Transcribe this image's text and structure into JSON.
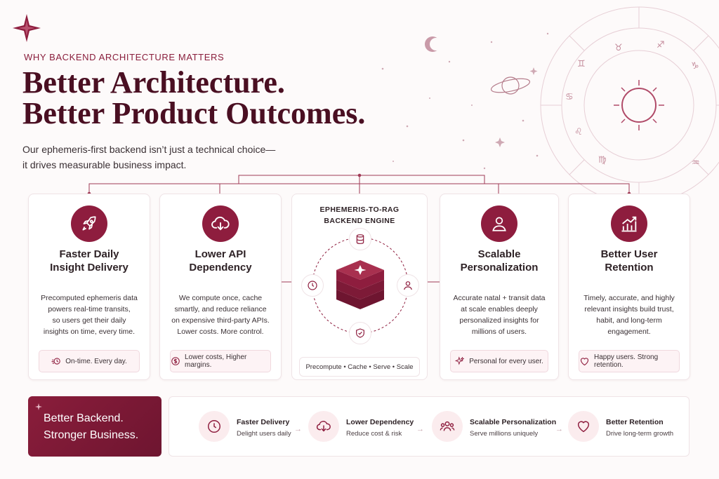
{
  "header": {
    "eyebrow": "WHY BACKEND ARCHITECTURE MATTERS",
    "title_line1": "Better Architecture.",
    "title_line2": "Better Product Outcomes.",
    "subtitle_line1": "Our ephemeris-first backend isn’t just a technical choice—",
    "subtitle_line2": "it drives measurable business impact."
  },
  "colors": {
    "brand": "#8e1d3e",
    "title": "#4a0f22",
    "accent_light": "#fbecee"
  },
  "cards": [
    {
      "icon": "rocket-icon",
      "title_line1": "Faster Daily",
      "title_line2": "Insight Delivery",
      "text": [
        "Precomputed ephemeris data",
        "powers real-time transits,",
        "so users get their daily",
        "insights on time, every time."
      ],
      "pill_icon": "fast-clock-icon",
      "pill": "On-time. Every day."
    },
    {
      "icon": "cloud-download-icon",
      "title_line1": "Lower API",
      "title_line2": "Dependency",
      "text": [
        "We compute once, cache",
        "smartly, and reduce reliance",
        "on expensive third-party APIs.",
        "Lower costs. More control."
      ],
      "pill_icon": "dollar-icon",
      "pill": "Lower costs, Higher margins."
    },
    {
      "icon": "user-icon",
      "title_line1": "Scalable",
      "title_line2": "Personalization",
      "text": [
        "Accurate natal + transit data",
        "at scale enables deeply",
        "personalized insights for",
        "millions of users."
      ],
      "pill_icon": "sparkle-icon",
      "pill": "Personal for every user."
    },
    {
      "icon": "growth-chart-icon",
      "title_line1": "Better User",
      "title_line2": "Retention",
      "text": [
        "Timely, accurate, and highly",
        "relevant insights build trust,",
        "habit, and long-term",
        "engagement."
      ],
      "pill_icon": "heart-icon",
      "pill": "Happy users. Strong retention."
    }
  ],
  "engine": {
    "title_line1": "EPHEMERIS-TO-RAG",
    "title_line2": "BACKEND ENGINE",
    "nodes": [
      "database-icon",
      "user-icon",
      "shield-check-icon",
      "clock-icon"
    ],
    "footer": "Precompute • Cache • Serve • Scale"
  },
  "banner": {
    "line1": "Better Backend.",
    "line2": "Stronger Business."
  },
  "steps": [
    {
      "icon": "clock-icon",
      "title": "Faster Delivery",
      "subtitle": "Delight users daily"
    },
    {
      "icon": "cloud-download-icon",
      "title": "Lower Dependency",
      "subtitle": "Reduce cost & risk"
    },
    {
      "icon": "users-icon",
      "title": "Scalable Personalization",
      "subtitle": "Serve millions uniquely"
    },
    {
      "icon": "heart-icon",
      "title": "Better Retention",
      "subtitle": "Drive long-term growth"
    }
  ]
}
